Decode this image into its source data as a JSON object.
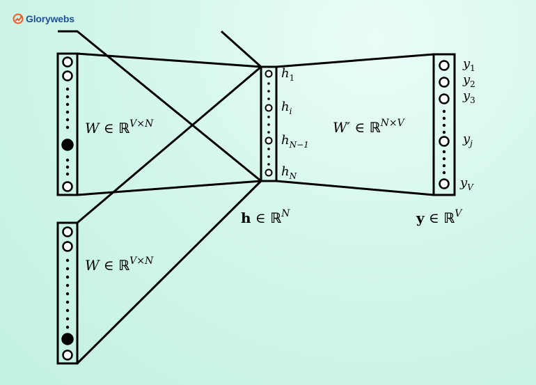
{
  "brand": {
    "name": "Glorywebs",
    "colors": {
      "accent": "#f05a28",
      "text": "#1f4f9e"
    },
    "icon": "growth-chart-icon"
  },
  "diagram": {
    "labels": {
      "w_top": {
        "var": "W",
        "in": " ∈ ",
        "set": "ℝ",
        "sup": "V×N"
      },
      "w_bottom": {
        "var": "W",
        "in": " ∈ ",
        "set": "ℝ",
        "sup": "V×N"
      },
      "w_prime": {
        "var": "W′",
        "in": " ∈ ",
        "set": "ℝ",
        "sup": "N×V"
      },
      "h_space": {
        "var": "h",
        "in": " ∈ ",
        "set": "ℝ",
        "sup": "N"
      },
      "y_space": {
        "var": "y",
        "in": " ∈ ",
        "set": "ℝ",
        "sup": "V"
      }
    },
    "hidden_units": [
      {
        "base": "h",
        "sub": "1"
      },
      {
        "base": "h",
        "sub": "i"
      },
      {
        "base": "h",
        "sub": "N−1"
      },
      {
        "base": "h",
        "sub": "N"
      }
    ],
    "output_units": [
      {
        "base": "y",
        "sub": "1"
      },
      {
        "base": "y",
        "sub": "2"
      },
      {
        "base": "y",
        "sub": "3"
      },
      {
        "base": "y",
        "sub": "j"
      },
      {
        "base": "y",
        "sub": "V"
      }
    ]
  }
}
